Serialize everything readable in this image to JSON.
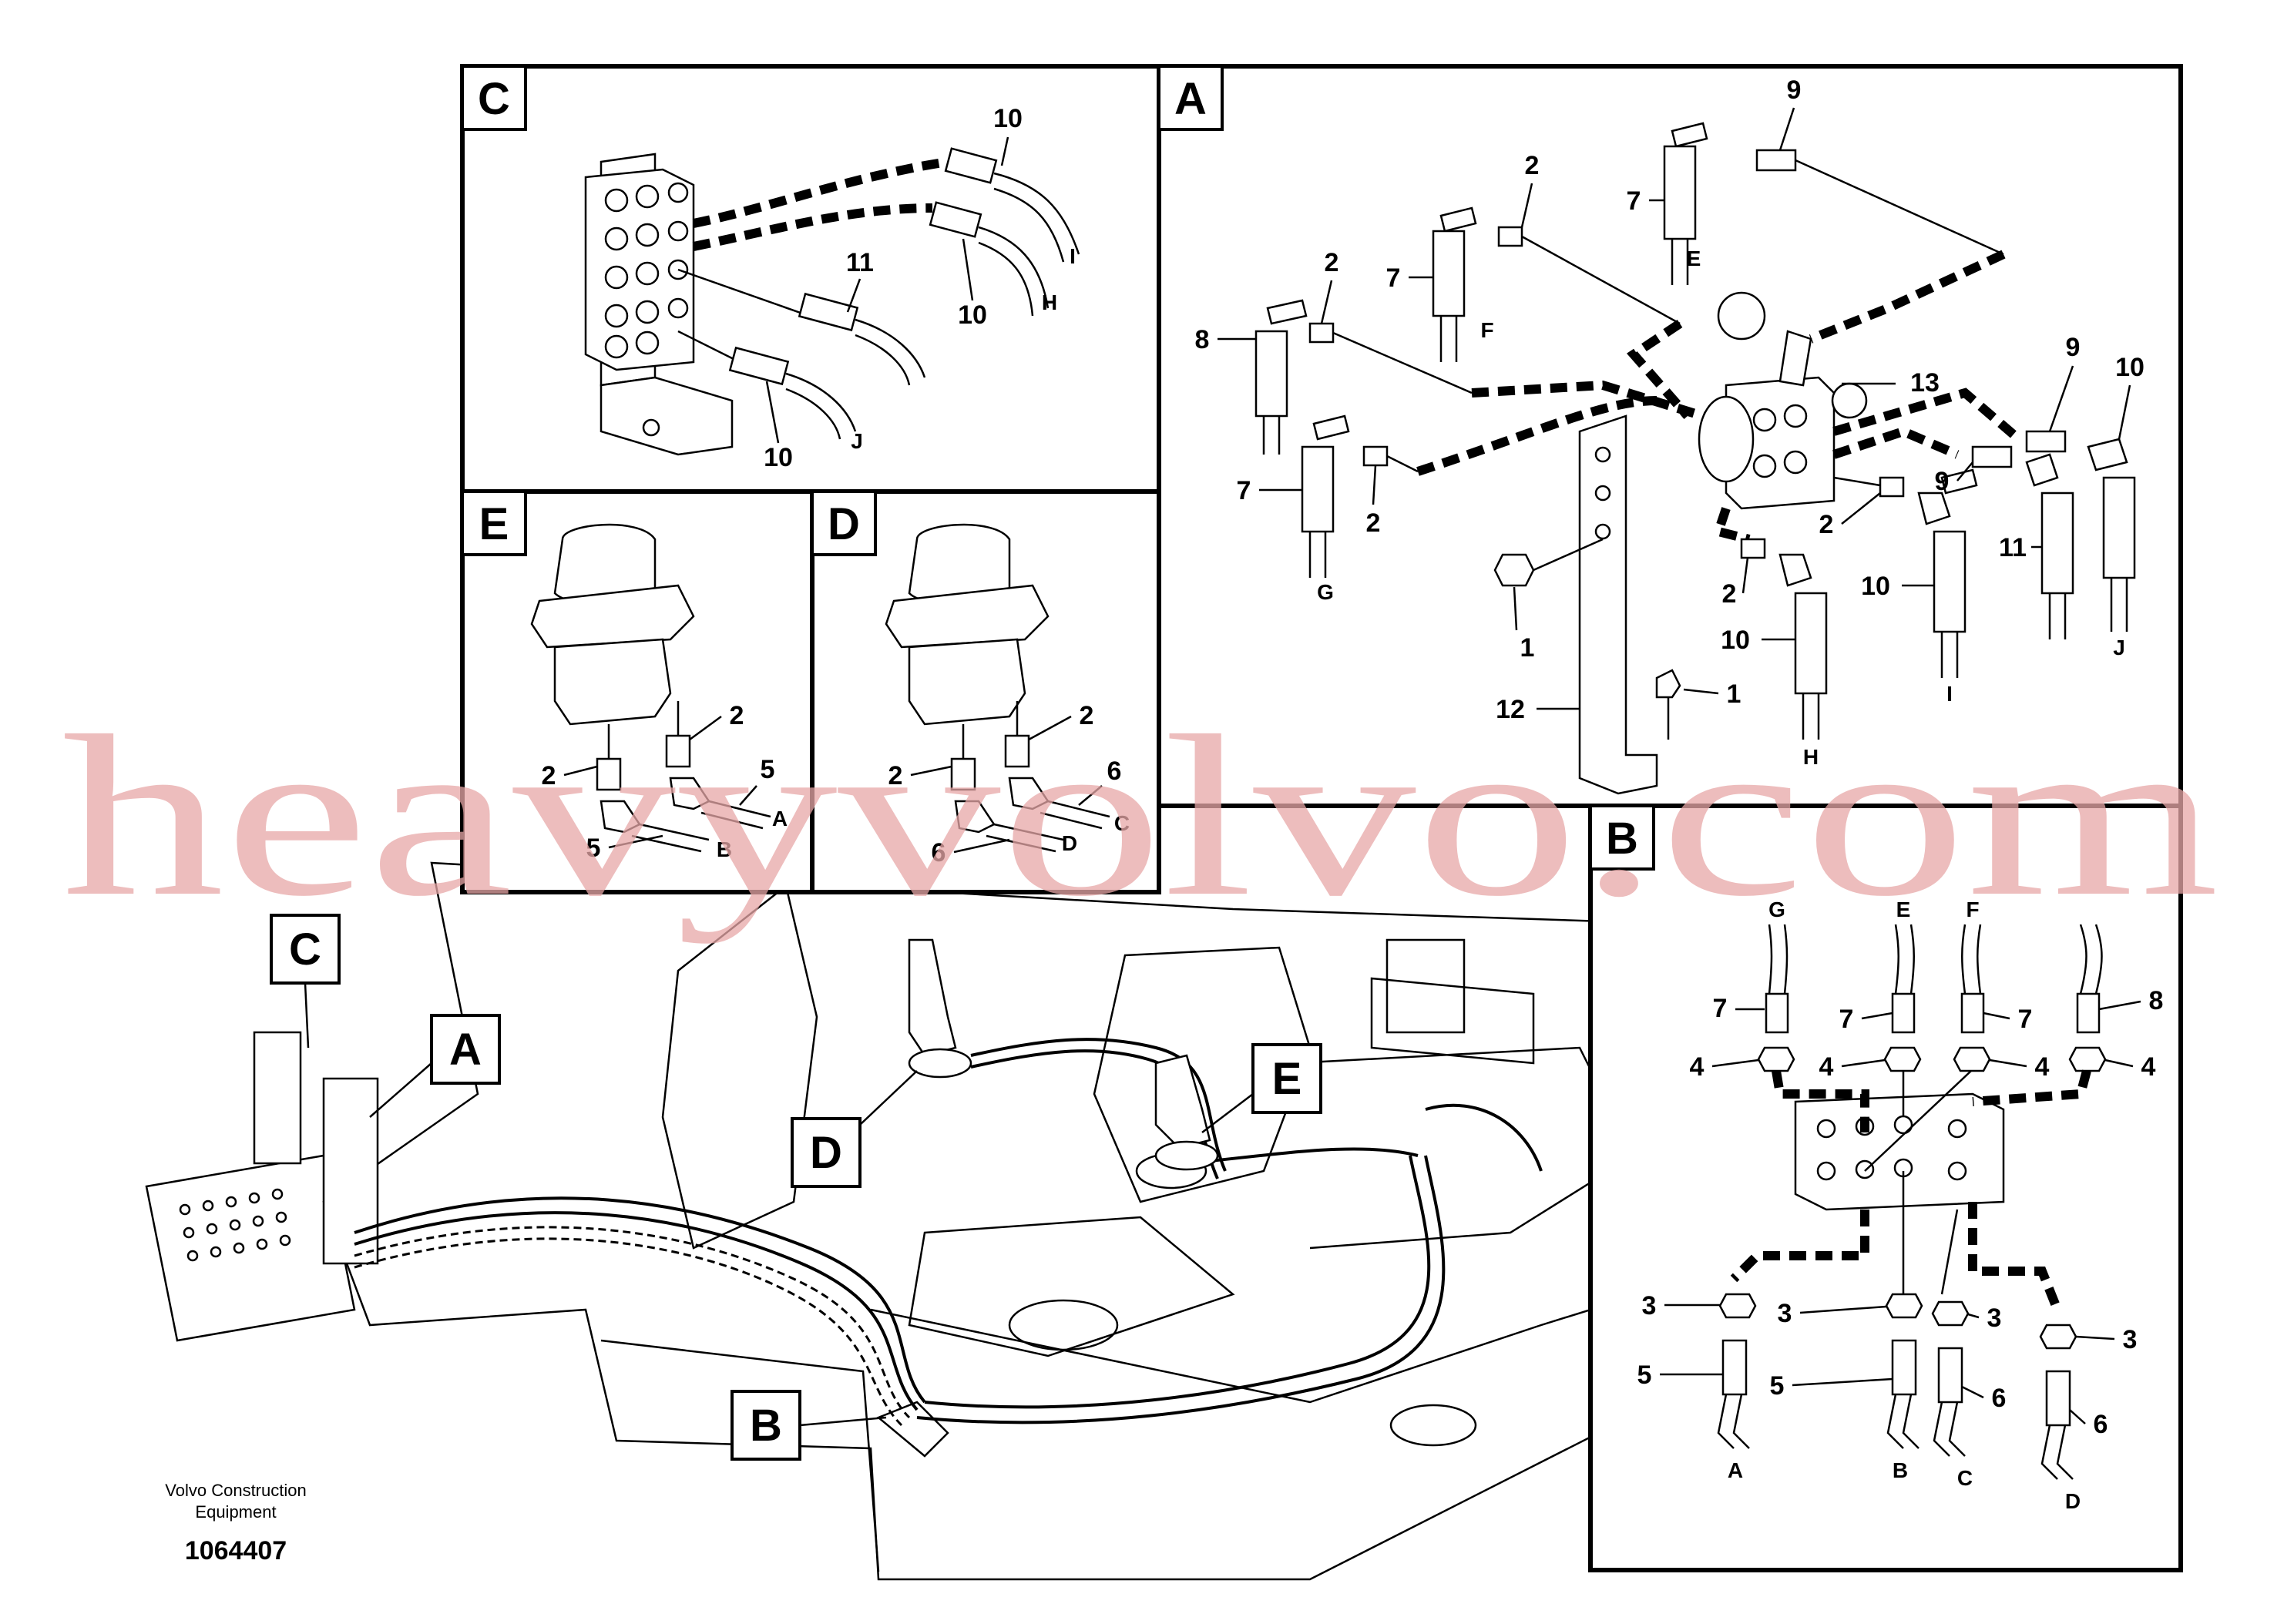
{
  "watermark": "heavyvolvo.com",
  "footer": {
    "brand_line1": "Volvo Construction",
    "brand_line2": "Equipment",
    "drawing_number": "1064407"
  },
  "panels": {
    "A": "A",
    "B": "B",
    "C": "C",
    "D": "D",
    "E": "E"
  },
  "callouts": {
    "c1": "1",
    "c2": "2",
    "c3": "3",
    "c4": "4",
    "c5": "5",
    "c6": "6",
    "c7": "7",
    "c8": "8",
    "c9": "9",
    "c10": "10",
    "c11": "11",
    "c12": "12",
    "c13": "13"
  },
  "hose_ends": {
    "A": "A",
    "B": "B",
    "C": "C",
    "D": "D",
    "E": "E",
    "F": "F",
    "G": "G",
    "H": "H",
    "I": "I",
    "J": "J"
  },
  "colors": {
    "ink": "#000000",
    "watermark": "#e8a8a8",
    "paper": "#ffffff"
  }
}
